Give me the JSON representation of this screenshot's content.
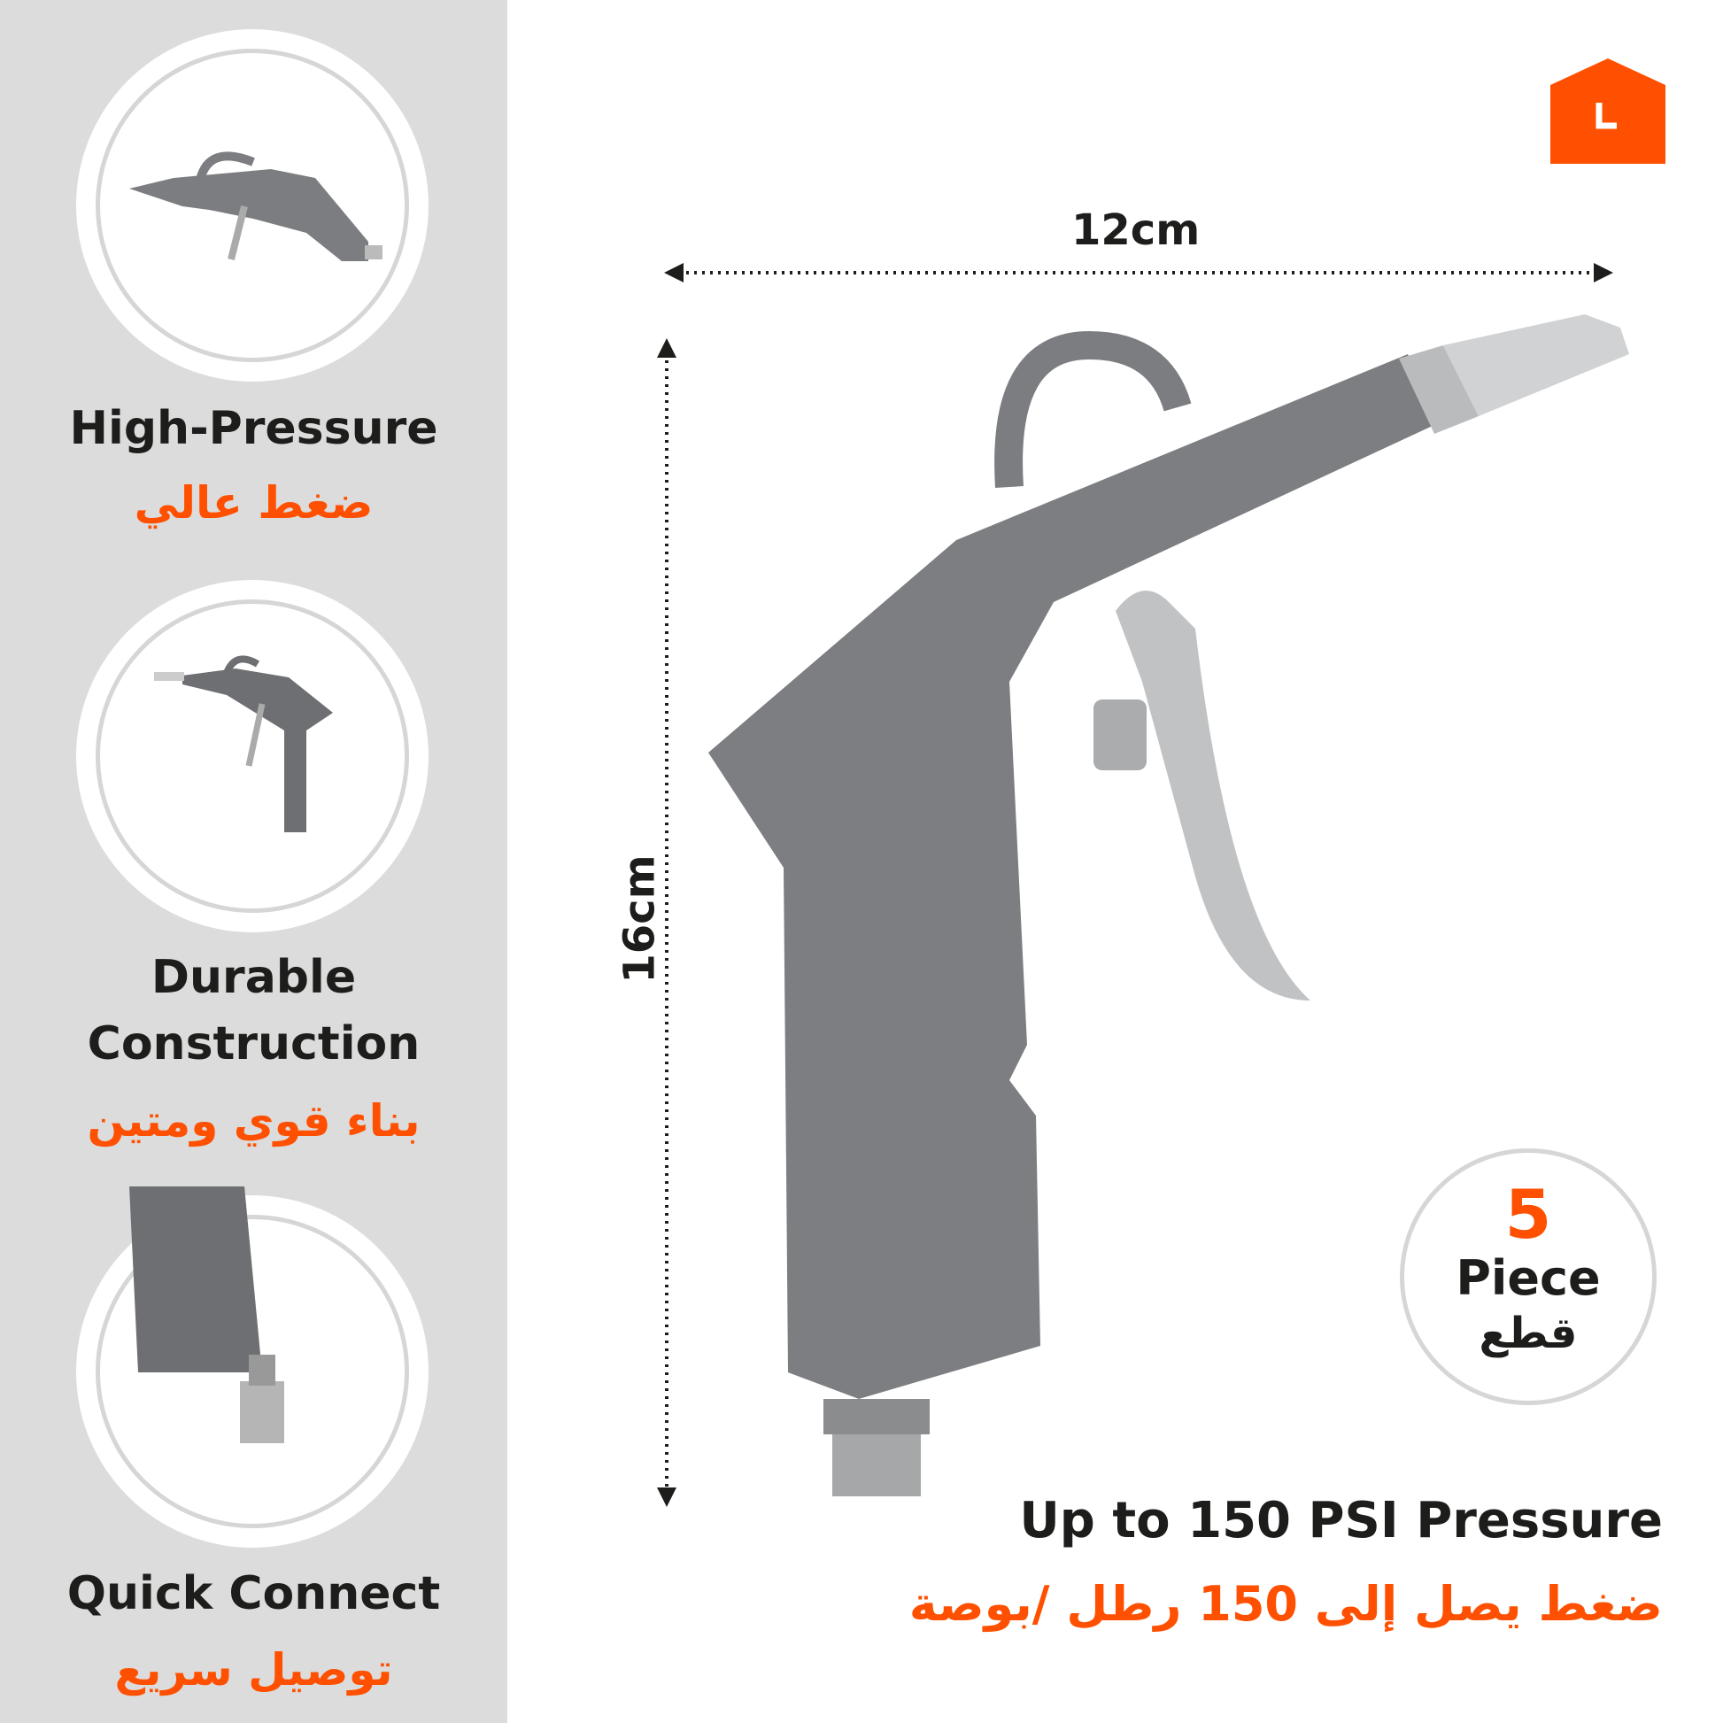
{
  "features": [
    {
      "label": "High-Pressure",
      "arabic": "ضغط عالي"
    },
    {
      "label_line1": "Durable",
      "label_line2": "Construction",
      "arabic": "بناء قوي ومتين"
    },
    {
      "label": "Quick Connect",
      "arabic": "توصيل سريع"
    }
  ],
  "logo": {
    "letter": "L",
    "color": "#fe5000"
  },
  "dimensions": {
    "width": "12cm",
    "height": "16cm"
  },
  "badge": {
    "count": "5",
    "label": "Piece",
    "arabic": "قطع"
  },
  "pressure": {
    "english": "Up to 150 PSI Pressure",
    "arabic": "ضغط يصل إلى 150 رطل /بوصة"
  }
}
